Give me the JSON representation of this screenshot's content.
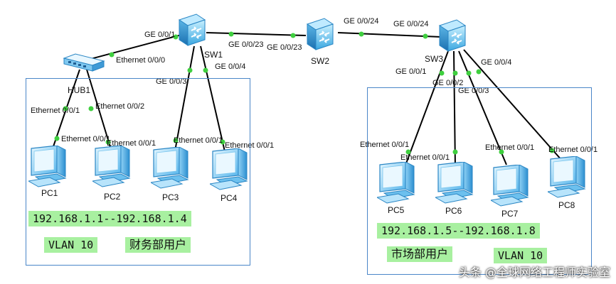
{
  "devices": {
    "sw1": "SW1",
    "sw2": "SW2",
    "sw3": "SW3",
    "hub1": "HUB1",
    "pcs": [
      "PC1",
      "PC2",
      "PC3",
      "PC4",
      "PC5",
      "PC6",
      "PC7",
      "PC8"
    ]
  },
  "ports": {
    "sw1_up": "GE 0/0/1",
    "hub_eth": "Ethernet 0/0/0",
    "sw1_sw2": "GE 0/0/23",
    "sw2_sw1": "GE 0/0/23",
    "sw2_sw3": "GE 0/0/24",
    "sw3_sw2": "GE 0/0/24",
    "sw1_g3": "GE 0/0/3",
    "sw1_g4": "GE 0/0/4",
    "hub_e1": "Ethernet 0/0/1",
    "hub_e2": "Ethernet 0/0/2",
    "pc1_eth": "Ethernet 0/0/1",
    "pc2_eth": "Ethernet 0/0/1",
    "pc3_eth": "Ethernet 0/0/1",
    "pc4_eth": "Ethernet 0/0/1",
    "sw3_g1": "GE 0/0/1",
    "sw3_g2": "GE 0/0/2",
    "sw3_g3": "GE 0/0/3",
    "sw3_g4": "GE 0/0/4",
    "pc5_eth": "Ethernet 0/0/1",
    "pc6_eth": "Ethernet 0/0/1",
    "pc7_eth": "Ethernet 0/0/1",
    "pc8_eth": "Ethernet 0/0/1"
  },
  "groups": {
    "left": {
      "ip_range": "192.168.1.1--192.168.1.4",
      "vlan": "VLAN 10",
      "dept": "财务部用户"
    },
    "right": {
      "ip_range": "192.168.1.5--192.168.1.8",
      "vlan": "VLAN 10",
      "dept": "市场部用户"
    }
  },
  "watermark": "头条 @全球网络工程师实验室",
  "colors": {
    "link": "#000000",
    "port_dot": "#3fcf3f",
    "box": "#4a86c8",
    "tag_bg": "#a8f0a0"
  }
}
